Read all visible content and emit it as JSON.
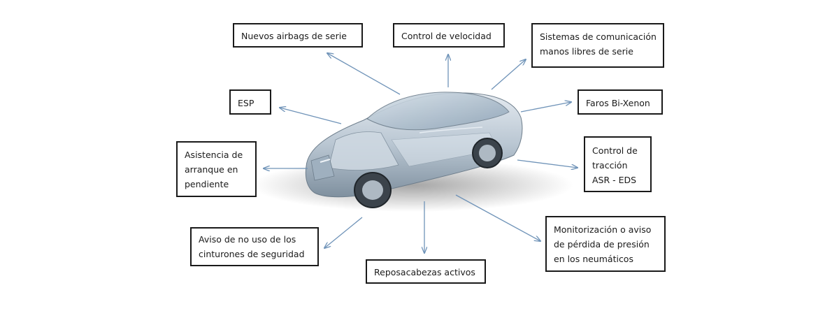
{
  "labels": {
    "airbags": [
      "Nuevos airbags de serie"
    ],
    "velocidad": [
      "Control de velocidad"
    ],
    "comunicacion": [
      "Sistemas de comunicación",
      "manos libres de serie"
    ],
    "esp": [
      "ESP"
    ],
    "faros": [
      "Faros Bi-Xenon"
    ],
    "asistencia": [
      "Asistencia de",
      "arranque en",
      "pendiente"
    ],
    "traccion": [
      "Control de",
      "tracción",
      "ASR - EDS"
    ],
    "cinturones": [
      "Aviso de no uso de los",
      "cinturones de seguridad"
    ],
    "reposacabezas": [
      "Reposacabezas activos"
    ],
    "presion": [
      "Monitorización o aviso",
      "de pérdida de presión",
      "en los neumáticos"
    ]
  },
  "colors": {
    "arrow": "#6f93b8",
    "box_border": "#1a1a1a",
    "car_body": "#b7c4d0",
    "car_glass": "#8ea3b6"
  },
  "car": {
    "icon": "transparent-sedan-car-illustration"
  }
}
